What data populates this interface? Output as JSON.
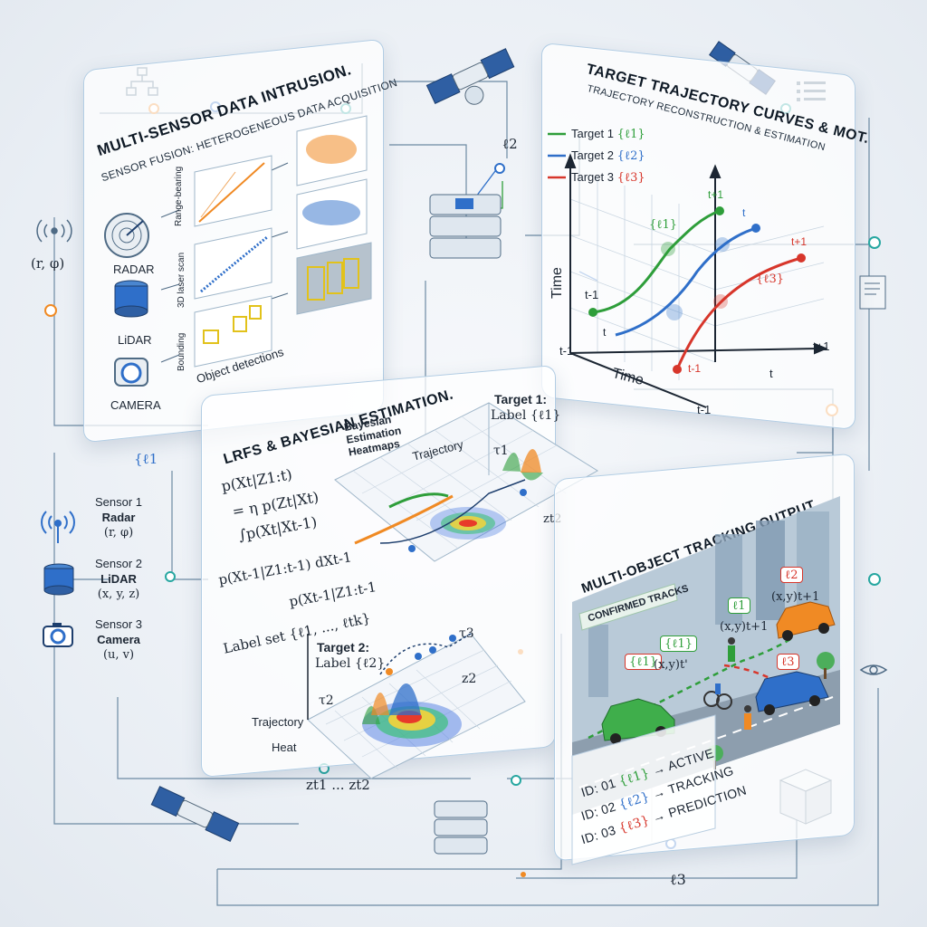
{
  "connectors": {
    "left_polar": "(r, φ)",
    "label_l1": "{ℓ1",
    "label_l2": "ℓ2",
    "label_l3": "ℓ3"
  },
  "panel1": {
    "title": "MULTI-SENSOR DATA INTRUSION.",
    "subtitle": "SENSOR FUSION: HETEROGENEOUS DATA ACQUISITION",
    "sensors": [
      "RADAR",
      "LiDAR",
      "CAMERA"
    ],
    "plot_labels": [
      "Range-bearing",
      "3D laser scan",
      "Bounding"
    ],
    "object_detections": "Object detections"
  },
  "panel2": {
    "title": "TARGET TRAJECTORY CURVES & MOT.",
    "subtitle": "TRAJECTORY RECONSTRUCTION & ESTIMATION",
    "legend": [
      {
        "name": "Target 1",
        "label": "{ℓ1}",
        "color": "#2e9e3a"
      },
      {
        "name": "Target 2",
        "label": "{ℓ2}",
        "color": "#2f6fc9"
      },
      {
        "name": "Target 3",
        "label": "{ℓ3}",
        "color": "#d7362b"
      }
    ],
    "y_label": "Time",
    "x_label": "Time",
    "ticks": {
      "y_low": "t-1",
      "x_low": "t-1",
      "x_high": "t+1",
      "x_mid": "t",
      "depth_low": "t-1",
      "inner_t": "t"
    },
    "annotations": {
      "t1_label": "{ℓ1}",
      "t3_label": "{ℓ3}",
      "tplus_green": "t+1",
      "t_blue": "t",
      "tplus_red": "t+1",
      "tminus_green": "t-1",
      "tminus_red": "t-1"
    }
  },
  "panel3": {
    "title": "LRFS & BAYESIAN ESTIMATION.",
    "heatmap_header": "Bayesian Estimation Heatmaps",
    "equations": [
      "p(Xt|Z1:t)",
      "= η p(Zt|Xt)",
      "∫p(Xt|Xt-1)",
      "p(Xt-1|Z1:t-1) dXt-1",
      "p(Xt-1|Z1:t-1"
    ],
    "label_set": "Label set {ℓ1, ..., ℓtk}",
    "target1": {
      "title": "Target 1:",
      "label": "Label {ℓ1}",
      "trajectory": "Trajectory",
      "tau": "τ1",
      "z": "zt2"
    },
    "target2": {
      "title": "Target 2:",
      "label": "Label {ℓ2}",
      "trajectory": "Trajectory",
      "heat": "Heat",
      "tau": "τ2",
      "tau3": "τ3",
      "z": "z2",
      "zbottom": "zt1 ... zt2"
    }
  },
  "panel4": {
    "title": "MULTI-OBJECT TRACKING OUTPUT.",
    "confirmed": "CONFIRMED TRACKS",
    "tags": [
      "{ℓ1}",
      "{ℓ1}",
      "ℓ1",
      "ℓ2",
      "ℓ3"
    ],
    "coords": [
      "(x,y)t'",
      "(x,y)t+1",
      "(x,y)t+1"
    ],
    "status": [
      {
        "id": "ID: 01",
        "label": "{ℓ1}",
        "state": "→ ACTIVE",
        "color": "#2e9e3a"
      },
      {
        "id": "ID: 02",
        "label": "{ℓ2}",
        "state": "→ TRACKING",
        "color": "#2f6fc9"
      },
      {
        "id": "ID: 03",
        "label": "{ℓ3}",
        "state": "→ PREDICTION",
        "color": "#d7362b"
      }
    ]
  },
  "sensor_list": [
    {
      "name": "Sensor 1",
      "type": "Radar",
      "coords": "(r, φ)"
    },
    {
      "name": "Sensor 2",
      "type": "LiDAR",
      "coords": "(x, y, z)"
    },
    {
      "name": "Sensor 3",
      "type": "Camera",
      "coords": "(u, v)"
    }
  ],
  "colors": {
    "green": "#2e9e3a",
    "blue": "#2f6fc9",
    "red": "#d7362b",
    "orange": "#f08a24",
    "teal": "#27a7a1",
    "line": "#4a6b86"
  }
}
